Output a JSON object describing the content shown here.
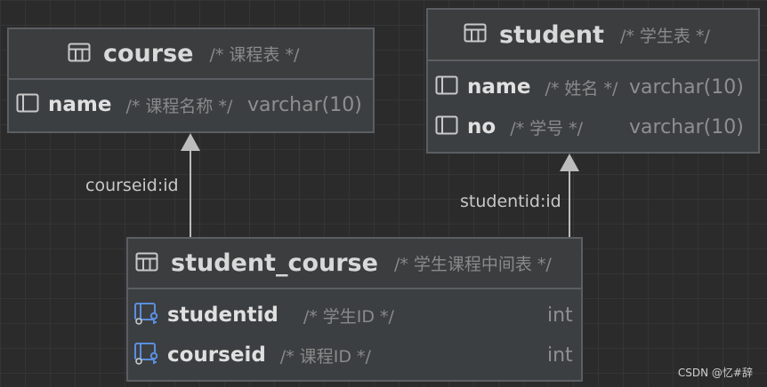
{
  "tables": {
    "course": {
      "name": "course",
      "comment": "/* 课程表 */",
      "columns": [
        {
          "name": "name",
          "comment": "/* 课程名称 */",
          "type": "varchar(10)"
        }
      ]
    },
    "student": {
      "name": "student",
      "comment": "/* 学生表 */",
      "columns": [
        {
          "name": "name",
          "comment": "/* 姓名 */",
          "type": "varchar(10)"
        },
        {
          "name": "no",
          "comment": "/* 学号 */",
          "type": "varchar(10)"
        }
      ]
    },
    "student_course": {
      "name": "student_course",
      "comment": "/* 学生课程中间表 */",
      "columns": [
        {
          "name": "studentid",
          "comment": "/* 学生ID */",
          "type": "int"
        },
        {
          "name": "courseid",
          "comment": "/* 课程ID */",
          "type": "int"
        }
      ]
    }
  },
  "relations": [
    {
      "label": "courseid:id",
      "from": "student_course",
      "to": "course"
    },
    {
      "label": "studentid:id",
      "from": "student_course",
      "to": "student"
    }
  ],
  "icons": {
    "table": "table-icon",
    "column": "column-icon",
    "foreign_key": "foreign-key-column-icon"
  },
  "colors": {
    "foreign_key_icon": "#5a8fe0",
    "arrow": "#bdbdbd"
  },
  "watermark": "CSDN @忆#辞"
}
